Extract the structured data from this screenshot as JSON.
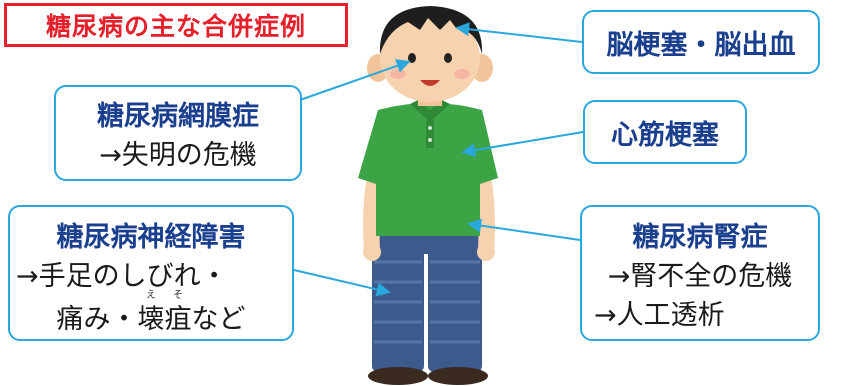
{
  "title": "糖尿病の主な合併症例",
  "boxes": {
    "brain": {
      "line1": "脳梗塞・脳出血"
    },
    "heart": {
      "line1": "心筋梗塞"
    },
    "retina": {
      "heading": "糖尿病網膜症",
      "line1": "→失明の危機"
    },
    "nerve": {
      "heading": "糖尿病神経障害",
      "line1": "→手足のしびれ・",
      "line2_pre": "痛み・",
      "line2_k1": "壊",
      "line2_r1": "え",
      "line2_k2": "疽",
      "line2_r2": "そ",
      "line2_post": "など"
    },
    "kidney": {
      "heading": "糖尿病腎症",
      "line1": "→腎不全の危機",
      "line2": "→人工透析"
    }
  },
  "colors": {
    "title_red": "#e5202a",
    "box_border": "#2aa7dc",
    "heading_blue": "#1b3f8f",
    "shirt": "#3ca445",
    "pants": "#3d5a8c",
    "skin": "#f7d2ae"
  }
}
